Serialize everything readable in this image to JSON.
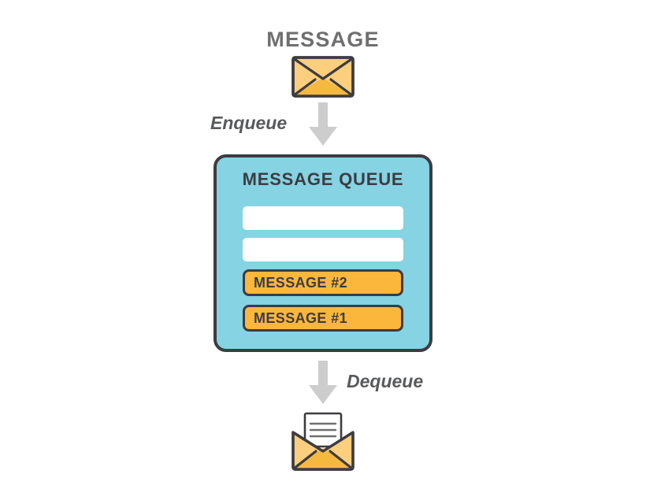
{
  "diagram": {
    "title": "MESSAGE",
    "top_message": {
      "icon": "envelope-closed-icon"
    },
    "enqueue": {
      "label": "Enqueue",
      "arrow_icon": "arrow-down-icon"
    },
    "queue": {
      "heading": "MESSAGE QUEUE",
      "fill_color": "#85d3e3",
      "border_color": "#3c3c41",
      "slots": [
        {
          "label": "",
          "state": "empty"
        },
        {
          "label": "",
          "state": "empty"
        },
        {
          "label": "MESSAGE #2",
          "state": "filled"
        },
        {
          "label": "MESSAGE #1",
          "state": "filled"
        }
      ],
      "slot_fill_color": "#fbb63c",
      "empty_slot_color": "#ffffff"
    },
    "dequeue": {
      "label": "Dequeue",
      "arrow_icon": "arrow-down-icon"
    },
    "bottom_message": {
      "icon": "envelope-open-with-letter-icon"
    },
    "colors": {
      "envelope_body": "#fbcf7d",
      "envelope_flap": "#f6b93f",
      "outline": "#3c3c41",
      "arrow": "#cdcdcd",
      "title_text": "#6f6f6f",
      "label_text": "#58595b",
      "background": "#ffffff"
    }
  }
}
